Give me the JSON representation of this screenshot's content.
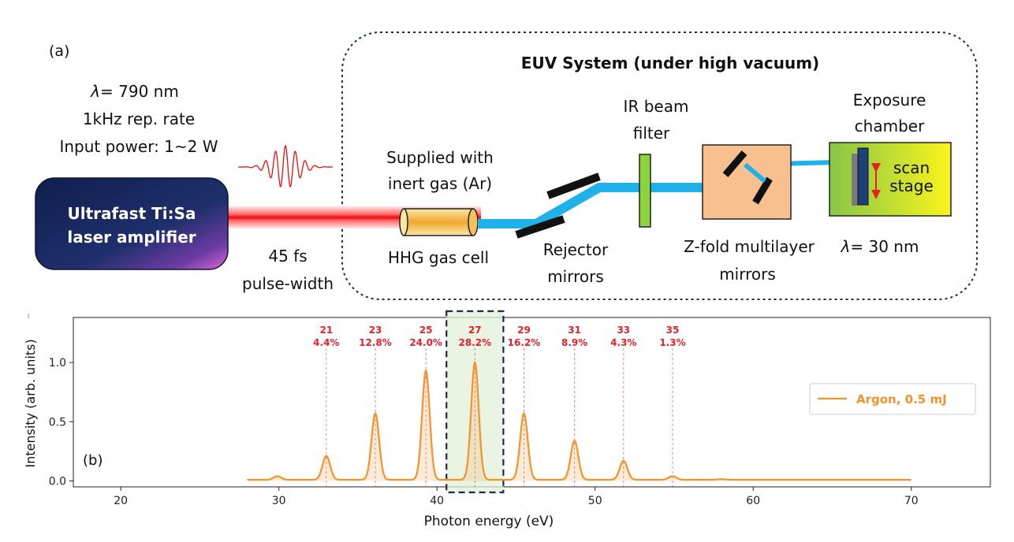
{
  "panel_a": {
    "label": "(a)",
    "laser": {
      "params": [
        "= 790 nm",
        "1kHz rep. rate",
        "Input power: 1~2 W"
      ],
      "lambda_symbol": "λ",
      "box_label_line1": "Ultrafast Ti:Sa",
      "box_label_line2": "laser amplifier",
      "pulse_line1": "45 fs",
      "pulse_line2": "pulse-width"
    },
    "system_title": "EUV System (under high vacuum)",
    "gas_supply_line1": "Supplied with",
    "gas_supply_line2": "inert gas (Ar)",
    "hhg_cell": "HHG gas cell",
    "rejector_line1": "Rejector",
    "rejector_line2": "mirrors",
    "ir_filter_line1": "IR beam",
    "ir_filter_line2": "filter",
    "zfold_line1": "Z-fold multilayer",
    "zfold_line2": "mirrors",
    "exposure_line1": "Exposure",
    "exposure_line2": "chamber",
    "scan_line1": "scan",
    "scan_line2": "stage",
    "euv_lambda": "= 30 nm",
    "colors": {
      "laser_box": "#1a2a5e",
      "beam_red": "#e81010",
      "beam_euv": "#1fb2ea",
      "filter": "#8cd43c",
      "zfold_box": "#f8c08e",
      "dashed_border": "#1b2b4a"
    }
  },
  "panel_b": {
    "label": "(b)",
    "chart_data": {
      "type": "line",
      "xlabel": "Photon energy (eV)",
      "ylabel": "Intensity (arb. units)",
      "xlim": [
        17,
        75
      ],
      "ylim": [
        -0.05,
        1.38
      ],
      "xticks": [
        20,
        30,
        40,
        50,
        60,
        70
      ],
      "yticks": [
        0.0,
        0.5,
        1.0
      ],
      "legend": "right",
      "series": [
        {
          "name": "Argon, 0.5 mJ",
          "color": "#f5922a",
          "x_range": [
            28,
            70
          ],
          "baseline": 0.01,
          "peaks": [
            {
              "x": 29.9,
              "y": 0.04
            },
            {
              "x": 33.0,
              "y": 0.21
            },
            {
              "x": 36.1,
              "y": 0.57
            },
            {
              "x": 39.3,
              "y": 0.93
            },
            {
              "x": 42.4,
              "y": 1.0
            },
            {
              "x": 45.5,
              "y": 0.57
            },
            {
              "x": 48.7,
              "y": 0.34
            },
            {
              "x": 51.8,
              "y": 0.17
            },
            {
              "x": 54.9,
              "y": 0.04
            },
            {
              "x": 58.0,
              "y": 0.015
            }
          ]
        }
      ],
      "harmonics": [
        {
          "order": "21",
          "pct": "4.4%",
          "x": 33.0
        },
        {
          "order": "23",
          "pct": "12.8%",
          "x": 36.1
        },
        {
          "order": "25",
          "pct": "24.0%",
          "x": 39.3
        },
        {
          "order": "27",
          "pct": "28.2%",
          "x": 42.4
        },
        {
          "order": "29",
          "pct": "16.2%",
          "x": 45.5
        },
        {
          "order": "31",
          "pct": "8.9%",
          "x": 48.7
        },
        {
          "order": "33",
          "pct": "4.3%",
          "x": 51.8
        },
        {
          "order": "35",
          "pct": "1.3%",
          "x": 54.9
        }
      ],
      "highlight": {
        "x0": 40.6,
        "x1": 44.2,
        "color": "#e2f0d9"
      },
      "annotation_color": "#e8202a",
      "grid": false
    }
  }
}
